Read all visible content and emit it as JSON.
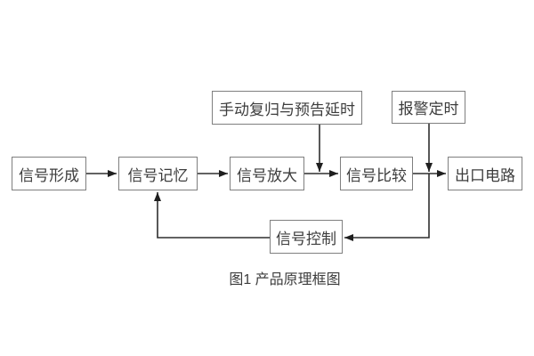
{
  "diagram": {
    "caption": "图1 产品原理框图",
    "nodes": {
      "signal_formation": {
        "label": "信号形成"
      },
      "signal_memory": {
        "label": "信号记忆"
      },
      "signal_amplification": {
        "label": "信号放大"
      },
      "signal_comparison": {
        "label": "信号比较"
      },
      "outlet_circuit": {
        "label": "出口电路"
      },
      "manual_reset_delay": {
        "label": "手动复归与预告延时"
      },
      "alarm_timing": {
        "label": "报警定时"
      },
      "signal_control": {
        "label": "信号控制"
      }
    },
    "colors": {
      "box_border": "#7f7f7f",
      "box_fill": "#ffffff",
      "line": "#2e2e2e",
      "text": "#3d3d3d",
      "background": "#ffffff"
    }
  }
}
